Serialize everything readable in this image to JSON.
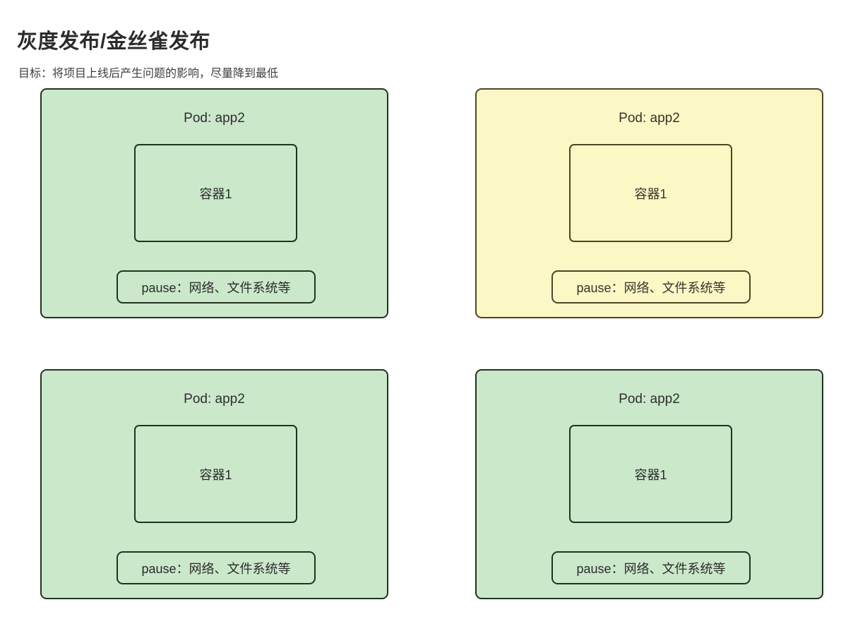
{
  "header": {
    "title": "灰度发布/金丝雀发布",
    "subtitle": "目标：将项目上线后产生问题的影响，尽量降到最低"
  },
  "colors": {
    "green_fill": "#cbe8cb",
    "green_border": "#22331f",
    "yellow_fill": "#fbf8c6",
    "yellow_border": "#4e4525",
    "page_background": "#ffffff",
    "title_text": "#2b2b2b",
    "body_text": "#3d3d3d"
  },
  "diagram": {
    "type": "pod-grid",
    "rows": 2,
    "columns": 2,
    "pods": [
      {
        "position": "top-left",
        "variant": "green",
        "title": "Pod: app2",
        "container_label": "容器1",
        "pause_label": "pause：网络、文件系统等"
      },
      {
        "position": "top-right",
        "variant": "yellow",
        "title": "Pod: app2",
        "container_label": "容器1",
        "pause_label": "pause：网络、文件系统等"
      },
      {
        "position": "bottom-left",
        "variant": "green",
        "title": "Pod: app2",
        "container_label": "容器1",
        "pause_label": "pause：网络、文件系统等"
      },
      {
        "position": "bottom-right",
        "variant": "green",
        "title": "Pod: app2",
        "container_label": "容器1",
        "pause_label": "pause：网络、文件系统等"
      }
    ]
  }
}
